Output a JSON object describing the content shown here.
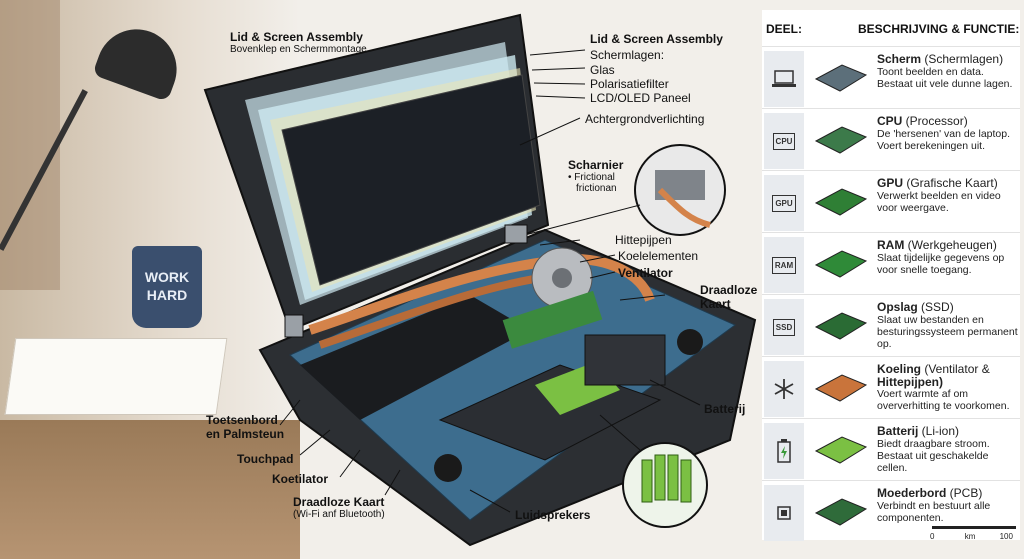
{
  "labels": {
    "lid_title": "Lid & Screen Assembly",
    "lid_sub": "Bovenklep en Schermmontage",
    "lid_title_right": "Lid & Screen Assembly",
    "layers_head": "Schermlagen:",
    "layer_glass": "Glas",
    "layer_polar": "Polarisatiefilter",
    "layer_lcd": "LCD/OLED Paneel",
    "backlight": "Achtergrondverlichting",
    "hinge": "Scharnier",
    "hinge_b1": "• Frictional",
    "hinge_b2": "frictionan",
    "heatpipes": "Hittepijpen",
    "cooling": "Koelelementen",
    "fan": "Ventilator",
    "wireless_r1": "Draadloze",
    "wireless_r2": "Kaart",
    "battery": "Batterij",
    "keyboard_1": "Toetsenbord",
    "keyboard_2": "en Palmsteun",
    "touchpad": "Touchpad",
    "koetilator": "Koetilator",
    "wireless_l": "Draadloze Kaart",
    "wireless_l_sub": "(Wi-Fi anf Bluetooth)",
    "speakers": "Luidsprekers",
    "mug_1": "WORK",
    "mug_2": "HARD"
  },
  "panel": {
    "col_part": "DEEL:",
    "col_desc": "BESCHRIJVING & FUNCTIE:",
    "rows": [
      {
        "icon": "laptop-icon",
        "name": "Scherm",
        "sub": " (Schermlagen)",
        "desc": "Toont beelden en data. Bestaat uit vele dunne lagen.",
        "badge": ""
      },
      {
        "icon": "cpu-icon",
        "name": "CPU",
        "sub": " (Processor)",
        "desc": "De 'hersenen' van de laptop. Voert berekeningen uit.",
        "badge": "CPU"
      },
      {
        "icon": "gpu-icon",
        "name": "GPU",
        "sub": " (Grafische Kaart)",
        "desc": "Verwerkt beelden en video voor weergave.",
        "badge": "GPU"
      },
      {
        "icon": "ram-icon",
        "name": "RAM",
        "sub": " (Werkgeheugen)",
        "desc": "Slaat tijdelijke gegevens op voor snelle toegang.",
        "badge": "RAM"
      },
      {
        "icon": "ssd-icon",
        "name": "Opslag",
        "sub": " (SSD)",
        "desc": "Slaat uw bestanden en besturingssysteem permanent op.",
        "badge": "SSD"
      },
      {
        "icon": "snowflake-icon",
        "name": "Koeling",
        "sub": " (Ventilator &",
        "name2": "Hittepijpen)",
        "desc": "Voert warmte af om oververhitting te voorkomen.",
        "badge": ""
      },
      {
        "icon": "battery-icon",
        "name": "Batterij",
        "sub": " (Li-ion)",
        "desc": "Biedt draagbare stroom. Bestaat uit geschakelde cellen.",
        "badge": ""
      },
      {
        "icon": "chip-icon",
        "name": "Moederbord",
        "sub": " (PCB)",
        "desc": "Verbindt en bestuurt alle componenten.",
        "badge": ""
      }
    ]
  },
  "scale": {
    "zero": "0",
    "unit": "km",
    "max": "100"
  }
}
